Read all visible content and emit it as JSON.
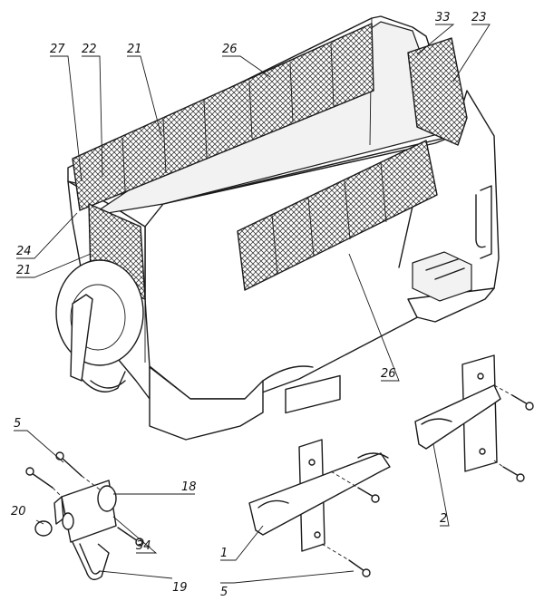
{
  "callouts": [
    {
      "id": "c27a",
      "text": "27"
    },
    {
      "id": "c22",
      "text": "22"
    },
    {
      "id": "c21a",
      "text": "21"
    },
    {
      "id": "c26a",
      "text": "26"
    },
    {
      "id": "c33",
      "text": "33"
    },
    {
      "id": "c23",
      "text": "23"
    },
    {
      "id": "c24",
      "text": "24"
    },
    {
      "id": "c21b",
      "text": "21"
    },
    {
      "id": "c26b",
      "text": "26"
    },
    {
      "id": "c5a",
      "text": "5"
    },
    {
      "id": "c18",
      "text": "18"
    },
    {
      "id": "c20",
      "text": "20"
    },
    {
      "id": "c34",
      "text": "34"
    },
    {
      "id": "c19",
      "text": "19"
    },
    {
      "id": "c1",
      "text": "1"
    },
    {
      "id": "c5b",
      "text": "5"
    },
    {
      "id": "c2",
      "text": "2"
    }
  ]
}
